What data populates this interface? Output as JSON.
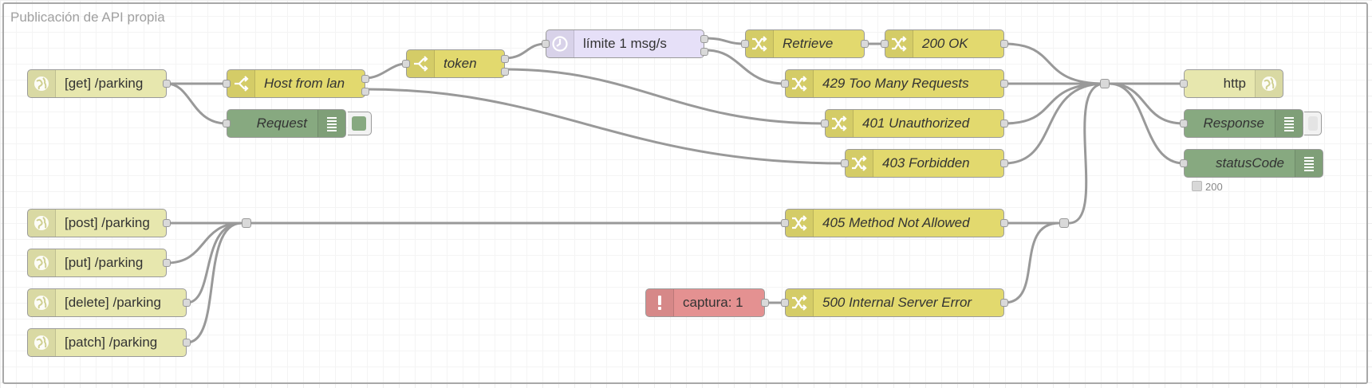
{
  "group": {
    "label": "Publicación de API propia"
  },
  "colors": {
    "http_in": "#e7e7ae",
    "switch": "#e2d96e",
    "change": "#e2d96e",
    "delay": "#e6e0f8",
    "debug": "#87a980",
    "catch": "#e49191"
  },
  "nodes": {
    "get_parking": {
      "label": "[get] /parking",
      "icon": "globe-icon"
    },
    "host_from_lan": {
      "label": "Host from lan",
      "icon": "switch-icon"
    },
    "request": {
      "label": "Request",
      "icon": "list-icon"
    },
    "token": {
      "label": "token",
      "icon": "switch-icon"
    },
    "limite": {
      "label": "límite 1 msg/s",
      "icon": "timer-icon"
    },
    "retrieve": {
      "label": "Retrieve",
      "icon": "shuffle-icon"
    },
    "ok_200": {
      "label": "200 OK",
      "icon": "shuffle-icon"
    },
    "too_many_429": {
      "label": "429 Too Many Requests",
      "icon": "shuffle-icon"
    },
    "unauthorized_401": {
      "label": "401 Unauthorized",
      "icon": "shuffle-icon"
    },
    "forbidden_403": {
      "label": "403 Forbidden",
      "icon": "shuffle-icon"
    },
    "http_response": {
      "label": "http",
      "icon": "globe-icon"
    },
    "response": {
      "label": "Response",
      "icon": "list-icon"
    },
    "status_code": {
      "label": "statusCode",
      "icon": "list-icon",
      "status": "200"
    },
    "post_parking": {
      "label": "[post] /parking",
      "icon": "globe-icon"
    },
    "put_parking": {
      "label": "[put] /parking",
      "icon": "globe-icon"
    },
    "delete_parking": {
      "label": "[delete] /parking",
      "icon": "globe-icon"
    },
    "patch_parking": {
      "label": "[patch] /parking",
      "icon": "globe-icon"
    },
    "not_allowed_405": {
      "label": "405 Method Not Allowed",
      "icon": "shuffle-icon"
    },
    "catch": {
      "label": "captura: 1",
      "icon": "alert-icon"
    },
    "server_error_500": {
      "label": "500 Internal Server Error",
      "icon": "shuffle-icon"
    }
  }
}
